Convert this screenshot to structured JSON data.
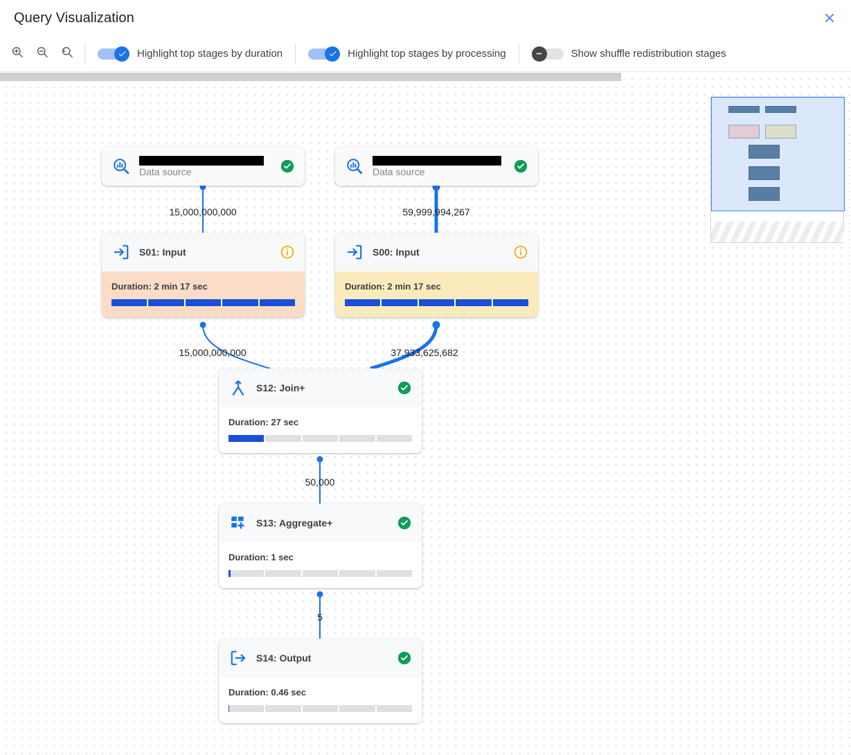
{
  "header": {
    "title": "Query Visualization",
    "close_icon": "close-icon"
  },
  "toolbar": {
    "zoom_in_icon": "zoom-in-icon",
    "zoom_out_icon": "zoom-out-icon",
    "zoom_reset_icon": "zoom-reset-icon",
    "toggles": [
      {
        "label": "Highlight top stages by duration",
        "state": "on",
        "icon": "check-icon"
      },
      {
        "label": "Highlight top stages by processing",
        "state": "on",
        "icon": "check-icon"
      },
      {
        "label": "Show shuffle redistribution stages",
        "state": "off",
        "icon": "minus-icon"
      }
    ]
  },
  "colors": {
    "accent_blue": "#1a73e8",
    "bar_blue": "#1a4fd6",
    "status_green": "#0f9d58",
    "info_amber": "#f9ab00",
    "warm_peach": "#fbdcc6",
    "warm_amber": "#fbebbc",
    "edge_blue": "#1a73e8"
  },
  "graph": {
    "nodes": [
      {
        "id": "ds-left",
        "kind": "datasource",
        "name_redacted": true,
        "subtitle": "Data source",
        "icon": "data-source-search-icon",
        "status": "success",
        "status_icon": "check-circle-icon"
      },
      {
        "id": "ds-right",
        "kind": "datasource",
        "name_redacted": true,
        "subtitle": "Data source",
        "icon": "data-source-search-icon",
        "status": "success",
        "status_icon": "check-circle-icon"
      },
      {
        "id": "s01",
        "kind": "stage",
        "title": "S01: Input",
        "icon": "input-arrow-icon",
        "status": "info",
        "status_icon": "info-icon",
        "duration_label": "Duration: 2 min 17 sec",
        "duration_percent": 100,
        "highlight": "peach"
      },
      {
        "id": "s00",
        "kind": "stage",
        "title": "S00: Input",
        "icon": "input-arrow-icon",
        "status": "info",
        "status_icon": "info-icon",
        "duration_label": "Duration: 2 min 17 sec",
        "duration_percent": 100,
        "highlight": "amber"
      },
      {
        "id": "s12",
        "kind": "stage",
        "title": "S12: Join+",
        "icon": "join-merge-icon",
        "status": "success",
        "status_icon": "check-circle-icon",
        "duration_label": "Duration: 27 sec",
        "duration_percent": 20,
        "highlight": "none"
      },
      {
        "id": "s13",
        "kind": "stage",
        "title": "S13: Aggregate+",
        "icon": "aggregate-grid-plus-icon",
        "status": "success",
        "status_icon": "check-circle-icon",
        "duration_label": "Duration: 1 sec",
        "duration_percent": 1,
        "highlight": "none"
      },
      {
        "id": "s14",
        "kind": "stage",
        "title": "S14: Output",
        "icon": "output-arrow-icon",
        "status": "success",
        "status_icon": "check-circle-icon",
        "duration_label": "Duration: 0.46 sec",
        "duration_percent": 0.3,
        "highlight": "none"
      }
    ],
    "edges": [
      {
        "from": "ds-left",
        "to": "s01",
        "label": "15,000,000,000",
        "weight": "thin"
      },
      {
        "from": "ds-right",
        "to": "s00",
        "label": "59,999,994,267",
        "weight": "thick"
      },
      {
        "from": "s01",
        "to": "s12",
        "label": "15,000,000,000",
        "weight": "thin"
      },
      {
        "from": "s00",
        "to": "s12",
        "label": "37,933,625,682",
        "weight": "thick"
      },
      {
        "from": "s12",
        "to": "s13",
        "label": "50,000",
        "weight": "thin"
      },
      {
        "from": "s13",
        "to": "s14",
        "label": "5",
        "weight": "thin"
      }
    ]
  },
  "minimap": {
    "label": "graph-minimap"
  }
}
